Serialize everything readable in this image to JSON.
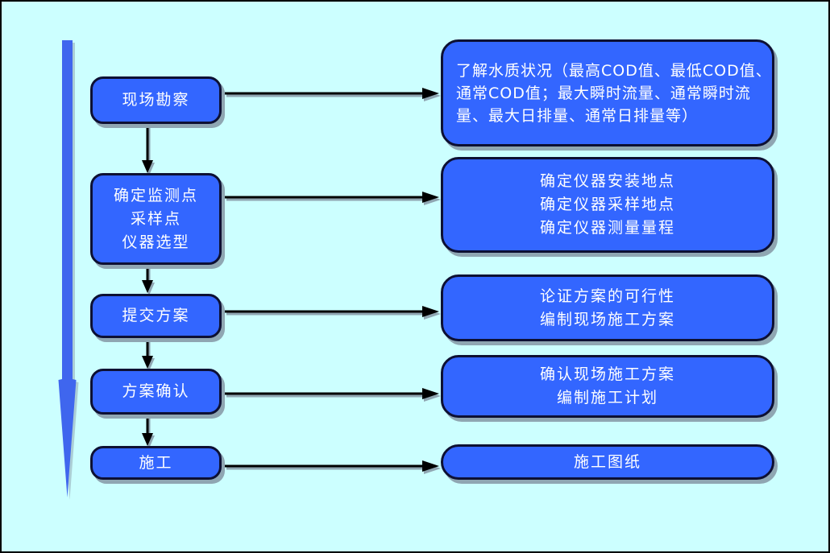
{
  "colors": {
    "canvas_bg": "#CCFFFF",
    "box_fill": "#3366FF",
    "box_border": "#0D1033",
    "box_text": "#FFFFFF",
    "connector_arrow": "#000000",
    "timeline_arrow": "#3F66EE",
    "shadow": "#8FA6B2"
  },
  "icons": {
    "timeline_arrow": "long-down-arrow",
    "connector": "right-arrow",
    "step_connector": "down-arrow"
  },
  "flow": {
    "rows": [
      {
        "left": {
          "lines": [
            "现场勘察"
          ]
        },
        "right": {
          "lines": [
            "了解水质状况（最高COD值、最低COD值、",
            "通常COD值；最大瞬时流量、通常瞬时流",
            "量、最大日排量、通常日排量等）"
          ]
        }
      },
      {
        "left": {
          "lines": [
            "确定监测点",
            "采样点",
            "仪器选型"
          ]
        },
        "right": {
          "lines": [
            "确定仪器安装地点",
            "确定仪器采样地点",
            "确定仪器测量量程"
          ]
        }
      },
      {
        "left": {
          "lines": [
            "提交方案"
          ]
        },
        "right": {
          "lines": [
            "论证方案的可行性",
            "编制现场施工方案"
          ]
        }
      },
      {
        "left": {
          "lines": [
            "方案确认"
          ]
        },
        "right": {
          "lines": [
            "确认现场施工方案",
            "编制施工计划"
          ]
        }
      },
      {
        "left": {
          "lines": [
            "施工"
          ]
        },
        "right": {
          "lines": [
            "施工图纸"
          ]
        }
      }
    ]
  }
}
